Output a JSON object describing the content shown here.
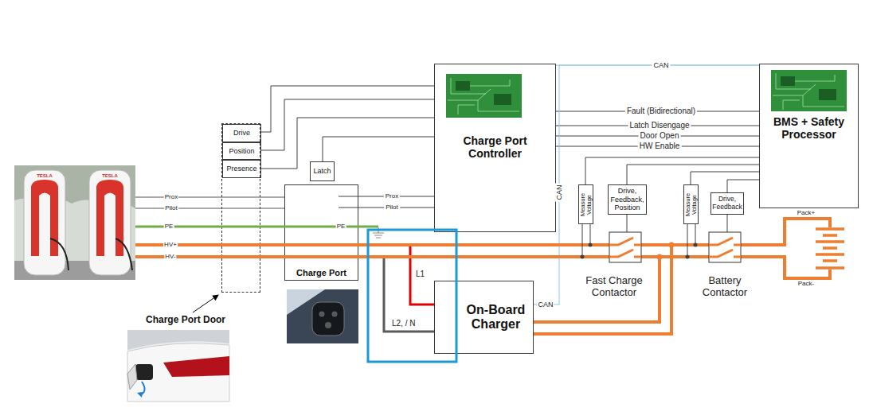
{
  "diagram": {
    "nodes": [
      {
        "text": [
          "Charge Port Door"
        ]
      },
      {
        "text": [
          "Drive"
        ],
        "in": 0
      },
      {
        "text": [
          "Position"
        ],
        "in": 0
      },
      {
        "text": [
          "Presence"
        ],
        "in": 0
      },
      {
        "text": [
          "Latch"
        ]
      },
      {
        "text": [
          "Charge Port"
        ]
      },
      {
        "text": [
          "Charge Port Controller"
        ]
      },
      {
        "text": [
          "On-Board Charger"
        ]
      },
      {
        "text": [
          "BMS + Safety Processor"
        ]
      },
      {
        "text": [
          "Measure Voltage"
        ]
      },
      {
        "text": [
          "Drive, Feedback, Position"
        ]
      },
      {
        "text": [
          "Measure Voltage"
        ]
      },
      {
        "text": [
          "Drive, Feedback"
        ]
      }
    ],
    "edges": [
      {
        "from": 1,
        "to": 6,
        "arrow": "none"
      },
      {
        "from": 2,
        "to": 6,
        "arrow": "none"
      },
      {
        "from": 3,
        "to": 6,
        "arrow": "none"
      },
      {
        "from": 4,
        "to": 6,
        "arrow": "none"
      },
      {
        "from": 5,
        "to": 6,
        "label": "Prox",
        "arrow": "none"
      },
      {
        "from": 5,
        "to": 6,
        "label": "Pilot",
        "arrow": "none"
      },
      {
        "from": 6,
        "to": 8,
        "label": "CAN",
        "arrow": "none"
      },
      {
        "from": 6,
        "to": 8,
        "label": "Fault (Bidirectional)",
        "arrow": "none"
      },
      {
        "from": 8,
        "to": 6,
        "label": "Latch Disengage",
        "arrow": "none"
      },
      {
        "from": 8,
        "to": 6,
        "label": "Door Open",
        "arrow": "none"
      },
      {
        "from": 8,
        "to": 6,
        "label": "HW Enable",
        "arrow": "none"
      },
      {
        "from": 8,
        "to": 7,
        "label": "CAN",
        "arrow": "none"
      },
      {
        "from": 5,
        "to": 7,
        "label": "L1",
        "arrow": "none"
      },
      {
        "from": 5,
        "to": 7,
        "label": "L2, / N",
        "arrow": "none"
      },
      {
        "from": 9,
        "to": 8,
        "arrow": "none"
      },
      {
        "from": 10,
        "to": 8,
        "arrow": "none"
      },
      {
        "from": 11,
        "to": 8,
        "arrow": "none"
      },
      {
        "from": 12,
        "to": 8,
        "arrow": "none"
      }
    ],
    "labels": [
      "TESLA",
      "TESLA",
      "Prox",
      "Pilot",
      "PE",
      "HV+",
      "HV-",
      "PE",
      "Fast Charge Contactor",
      "Battery Contactor",
      "Pack+",
      "Pack-",
      "CAN"
    ]
  }
}
